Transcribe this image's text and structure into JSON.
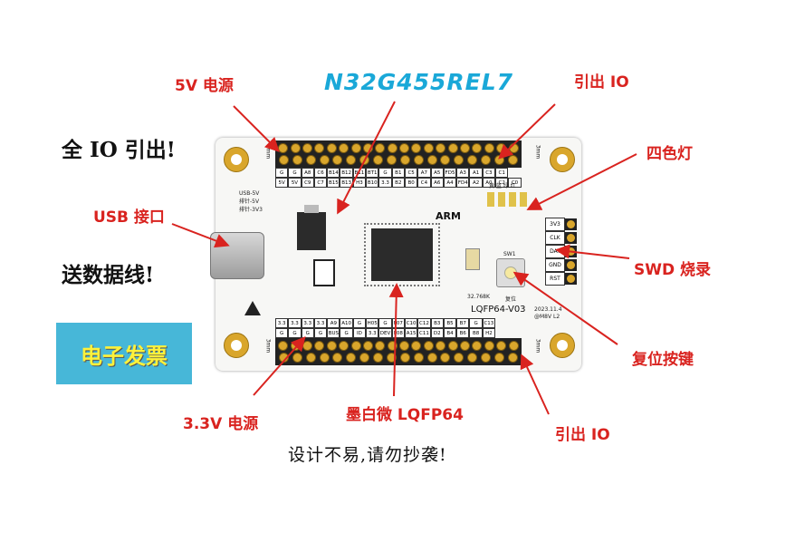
{
  "title": "N32G455REL7",
  "annotations": {
    "power_5v": "5V 电源",
    "io_top": "引出 IO",
    "rgb_led": "四色灯",
    "usb": "USB 接口",
    "swd": "SWD 烧录",
    "reset": "复位按键",
    "power_3v3": "3.3V 电源",
    "mcu": "墨白微 LQFP64",
    "io_bottom": "引出 IO"
  },
  "slogans": {
    "io_all": "全 IO 引出!",
    "cable": "送数据线!",
    "invoice": "电子发票",
    "footer": "设计不易,请勿抄袭!"
  },
  "board": {
    "top_labels": [
      "5V",
      "5V",
      "C9",
      "C7",
      "B15",
      "B13",
      "H3",
      "B10",
      "3.3",
      "B2",
      "B0",
      "C4",
      "A6",
      "A4",
      "FD4",
      "A2",
      "A0",
      "C2",
      "C0"
    ],
    "top_labels2": [
      "G",
      "G",
      "A8",
      "C6",
      "B14",
      "B12",
      "B11",
      "BT1",
      "G",
      "B1",
      "C5",
      "A7",
      "A5",
      "FD5",
      "A3",
      "A1",
      "C3",
      "C1"
    ],
    "bottom_labels": [
      "3.3",
      "3.3",
      "3.3",
      "3.3",
      "A9",
      "A10",
      "G",
      "H05",
      "G",
      "F07",
      "C10",
      "C12",
      "B3",
      "B5",
      "B7",
      "G",
      "C13"
    ],
    "bottom_labels2": [
      "G",
      "G",
      "G",
      "G",
      "BUS",
      "G",
      "ID",
      "3.3",
      "DEV",
      "F08",
      "A15",
      "C11",
      "D2",
      "B4",
      "B6",
      "B8",
      "H2"
    ],
    "swd_pins": [
      "3V3",
      "CLK",
      "DAT",
      "GND",
      "RST"
    ],
    "arm_text": "ARM",
    "version": "LQFP64-V03",
    "date": "2023.11.4",
    "author": "@M8V L2",
    "usb_note": "USB-5V\n排针-5V\n排针-3V3",
    "usb_lines": [
      "USB-5V",
      "排针-5V",
      "排针-3V3"
    ],
    "led_note": "黄 蓝 绿 红",
    "crystal": "32.768K",
    "sw_label": "SW1",
    "reset_label": "复位",
    "dim_label": "3mm"
  },
  "colors": {
    "annotation": "#d9231f",
    "title": "#1aa8d8",
    "badge_bg": "#47b7d8",
    "badge_text": "#fff23a",
    "gold": "#d9a62c"
  }
}
